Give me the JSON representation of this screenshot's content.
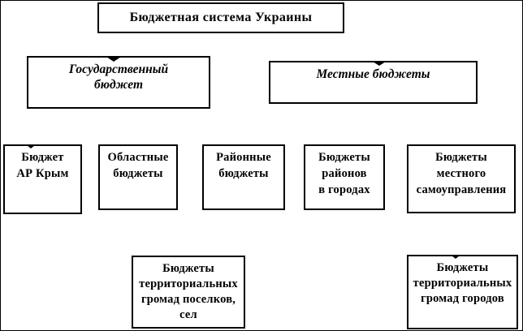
{
  "diagram": {
    "title": "Бюджетная система Украины",
    "colors": {
      "background": "#ffffff",
      "box_fill": "#ffffff",
      "box_border": "#000000",
      "text": "#000000"
    },
    "nodes": {
      "root": {
        "label": "Бюджетная система Украины"
      },
      "state_budget": {
        "lines": [
          "Государственный",
          "бюджет"
        ]
      },
      "local_budgets": {
        "label": "Местные бюджеты"
      },
      "crimea": {
        "lines": [
          "Бюджет",
          "АР Крым"
        ]
      },
      "oblast": {
        "lines": [
          "Областные",
          "бюджеты"
        ]
      },
      "raion": {
        "lines": [
          "Районные",
          "бюджеты"
        ]
      },
      "city_raion": {
        "lines": [
          "Бюджеты",
          "районов",
          "в городах"
        ]
      },
      "self_gov": {
        "lines": [
          "Бюджеты",
          "местного",
          "самоуправления"
        ]
      },
      "settlements": {
        "lines": [
          "Бюджеты",
          "территориальных",
          "громад поселков,",
          "сел"
        ]
      },
      "cities": {
        "lines": [
          "Бюджеты",
          "территориальных",
          "громад городов"
        ]
      }
    }
  }
}
